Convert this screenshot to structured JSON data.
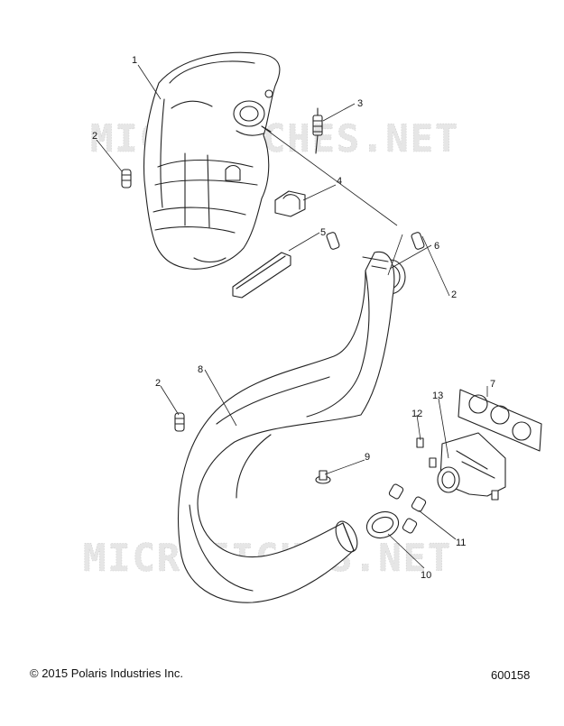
{
  "watermark": "MICROFICHES.NET",
  "copyright": "© 2015 Polaris Industries Inc.",
  "drawing_number": "600158",
  "callouts": [
    "1",
    "2",
    "3",
    "4",
    "5",
    "6",
    "2",
    "2",
    "8",
    "7",
    "13",
    "12",
    "9",
    "11",
    "10"
  ]
}
